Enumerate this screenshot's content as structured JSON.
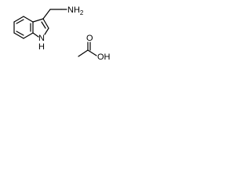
{
  "molecules": [
    {
      "name": "tryptamine",
      "atoms": {
        "amine": {
          "element": "NH",
          "subscript": "2"
        },
        "ring_nitrogen": {
          "element": "N"
        },
        "ring_nitrogen_h": {
          "element": "H"
        }
      }
    },
    {
      "name": "acetic-acid",
      "atoms": {
        "carbonyl_oxygen": {
          "element": "O"
        },
        "hydroxyl": {
          "element": "OH"
        }
      }
    }
  ],
  "colors": {
    "background": "#ffffff",
    "bond": "#000000",
    "text": "#000000"
  }
}
